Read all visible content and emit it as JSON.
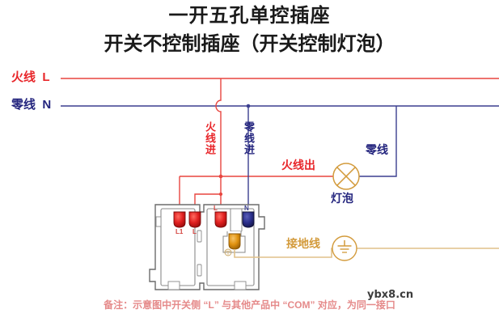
{
  "title": {
    "line1": "一开五孔单控插座",
    "line2": "开关不控制插座（开关控制灯泡）"
  },
  "rails": {
    "live": "火线  L",
    "neutral": "零线  N"
  },
  "labels": {
    "live_in": "火线进",
    "neutral_in": "零线进",
    "live_out": "火线出",
    "neutral_to_lamp": "零线",
    "lamp": "灯泡",
    "ground": "接地线"
  },
  "terminals": {
    "switch_l1": "L1",
    "switch_l": "L",
    "socket_l": "L",
    "socket_n": "N"
  },
  "footer": {
    "note": "备注：示意图中开关侧 “L” 与其他产品中 “COM” 对应，为同一接口",
    "watermark": "ybx8.cn"
  },
  "colors": {
    "live": "#e8262a",
    "live_wire": "#e8453f",
    "neutral": "#24257e",
    "neutral_wire": "#3b3f8f",
    "ground": "#d39b3c",
    "ground_wire": "#e0c18a",
    "device_outline": "#6b6b6b",
    "title": "#1a1a1a",
    "footer": "#e58a8a"
  }
}
